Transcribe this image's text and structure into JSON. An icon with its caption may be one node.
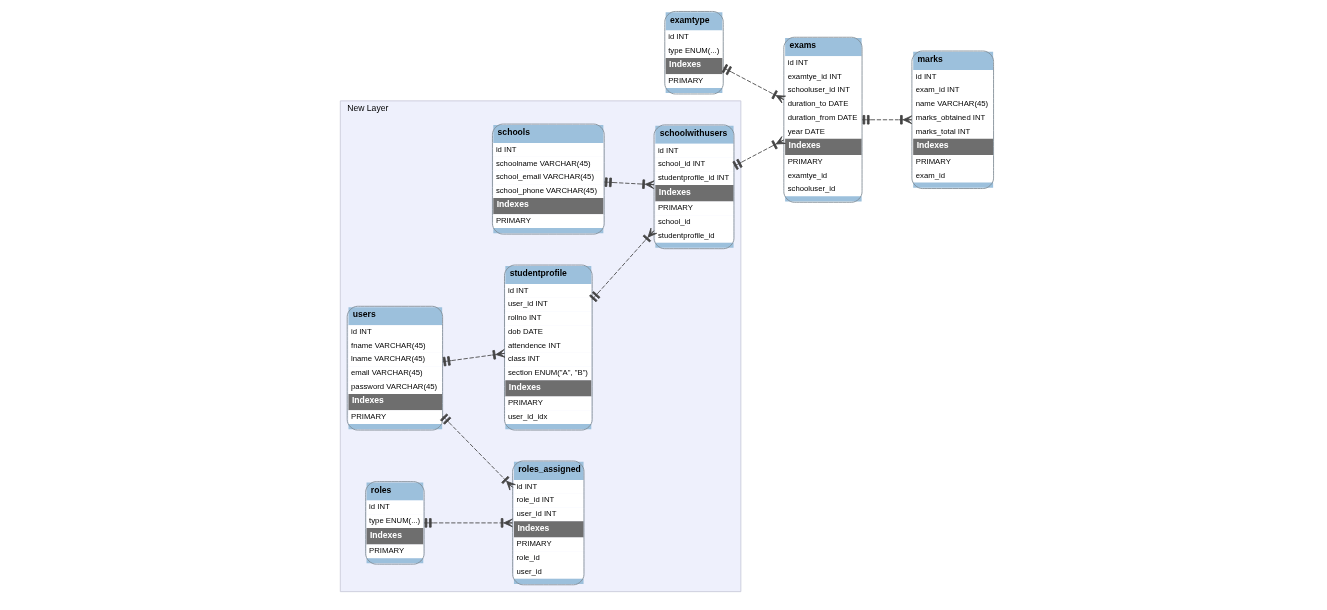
{
  "diagram": {
    "nodes": [
      {
        "text": [
          "examtype",
          "id INT",
          "type ENUM(...)",
          "Indexes",
          "PRIMARY"
        ]
      },
      {
        "text": [
          "exams",
          "id INT",
          "examtye_id INT",
          "schooluser_id INT",
          "duration_to DATE",
          "duration_from DATE",
          "year DATE",
          "Indexes",
          "PRIMARY",
          "examtye_id",
          "schooluser_id"
        ]
      },
      {
        "text": [
          "marks",
          "id INT",
          "exam_id INT",
          "name VARCHAR(45)",
          "marks_obtained INT",
          "marks_total INT",
          "Indexes",
          "PRIMARY",
          "exam_id"
        ]
      },
      {
        "text": [
          "New Layer"
        ]
      },
      {
        "text": [
          "schools",
          "id INT",
          "schoolname VARCHAR(45)",
          "school_email VARCHAR(45)",
          "school_phone VARCHAR(45)",
          "Indexes",
          "PRIMARY"
        ],
        "in": 3
      },
      {
        "text": [
          "users",
          "id INT",
          "fname VARCHAR(45)",
          "lname VARCHAR(45)",
          "email VARCHAR(45)",
          "password VARCHAR(45)",
          "Indexes",
          "PRIMARY"
        ],
        "in": 3
      },
      {
        "text": [
          "roles",
          "id INT",
          "type ENUM(...)",
          "Indexes",
          "PRIMARY"
        ],
        "in": 3
      },
      {
        "text": [
          "schoolwithusers",
          "id INT",
          "school_id INT",
          "studentprofile_id INT",
          "Indexes",
          "PRIMARY",
          "school_id",
          "studentprofile_id"
        ],
        "in": 3
      },
      {
        "text": [
          "studentprofile",
          "id INT",
          "user_id INT",
          "rollno INT",
          "dob DATE",
          "attendence INT",
          "class INT",
          "section ENUM(\"A\", \"B\")",
          "Indexes",
          "PRIMARY",
          "user_id_idx"
        ],
        "in": 3
      },
      {
        "text": [
          "roles_assigned",
          "id INT",
          "role_id INT",
          "user_id INT",
          "Indexes",
          "PRIMARY",
          "role_id",
          "user_id"
        ],
        "in": 3
      }
    ],
    "edges": [
      {
        "from": 0,
        "to": 1,
        "arrow": "other",
        "style": "dashed"
      },
      {
        "from": 1,
        "to": 2,
        "arrow": "other",
        "style": "dashed"
      },
      {
        "from": 7,
        "to": 1,
        "arrow": "other",
        "style": "dashed"
      },
      {
        "from": 4,
        "to": 7,
        "arrow": "other",
        "style": "dashed"
      },
      {
        "from": 8,
        "to": 7,
        "arrow": "other",
        "style": "dashed"
      },
      {
        "from": 5,
        "to": 8,
        "arrow": "other",
        "style": "dashed"
      },
      {
        "from": 5,
        "to": 9,
        "arrow": "other",
        "style": "dashed"
      },
      {
        "from": 6,
        "to": 9,
        "arrow": "other",
        "style": "dashed"
      }
    ]
  }
}
